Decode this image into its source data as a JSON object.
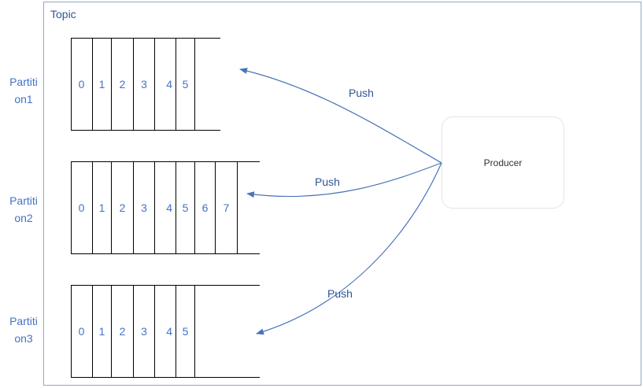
{
  "topic": {
    "label": "Topic"
  },
  "partitions": [
    {
      "label_line1": "Partiti",
      "label_line2": "on1",
      "cells": [
        "0",
        "1",
        "2",
        "3",
        "4",
        "5"
      ]
    },
    {
      "label_line1": "Partiti",
      "label_line2": "on2",
      "cells": [
        "0",
        "1",
        "2",
        "3",
        "4",
        "5",
        "6",
        "7"
      ]
    },
    {
      "label_line1": "Partiti",
      "label_line2": "on3",
      "cells": [
        "0",
        "1",
        "2",
        "3",
        "4",
        "5"
      ]
    }
  ],
  "producer": {
    "label": "Producer"
  },
  "arrows": [
    {
      "label": "Push"
    },
    {
      "label": "Push"
    },
    {
      "label": "Push"
    }
  ],
  "colors": {
    "border": "#8ea9c8",
    "text_blue": "#4472c4",
    "arrow": "#4a74b8"
  }
}
